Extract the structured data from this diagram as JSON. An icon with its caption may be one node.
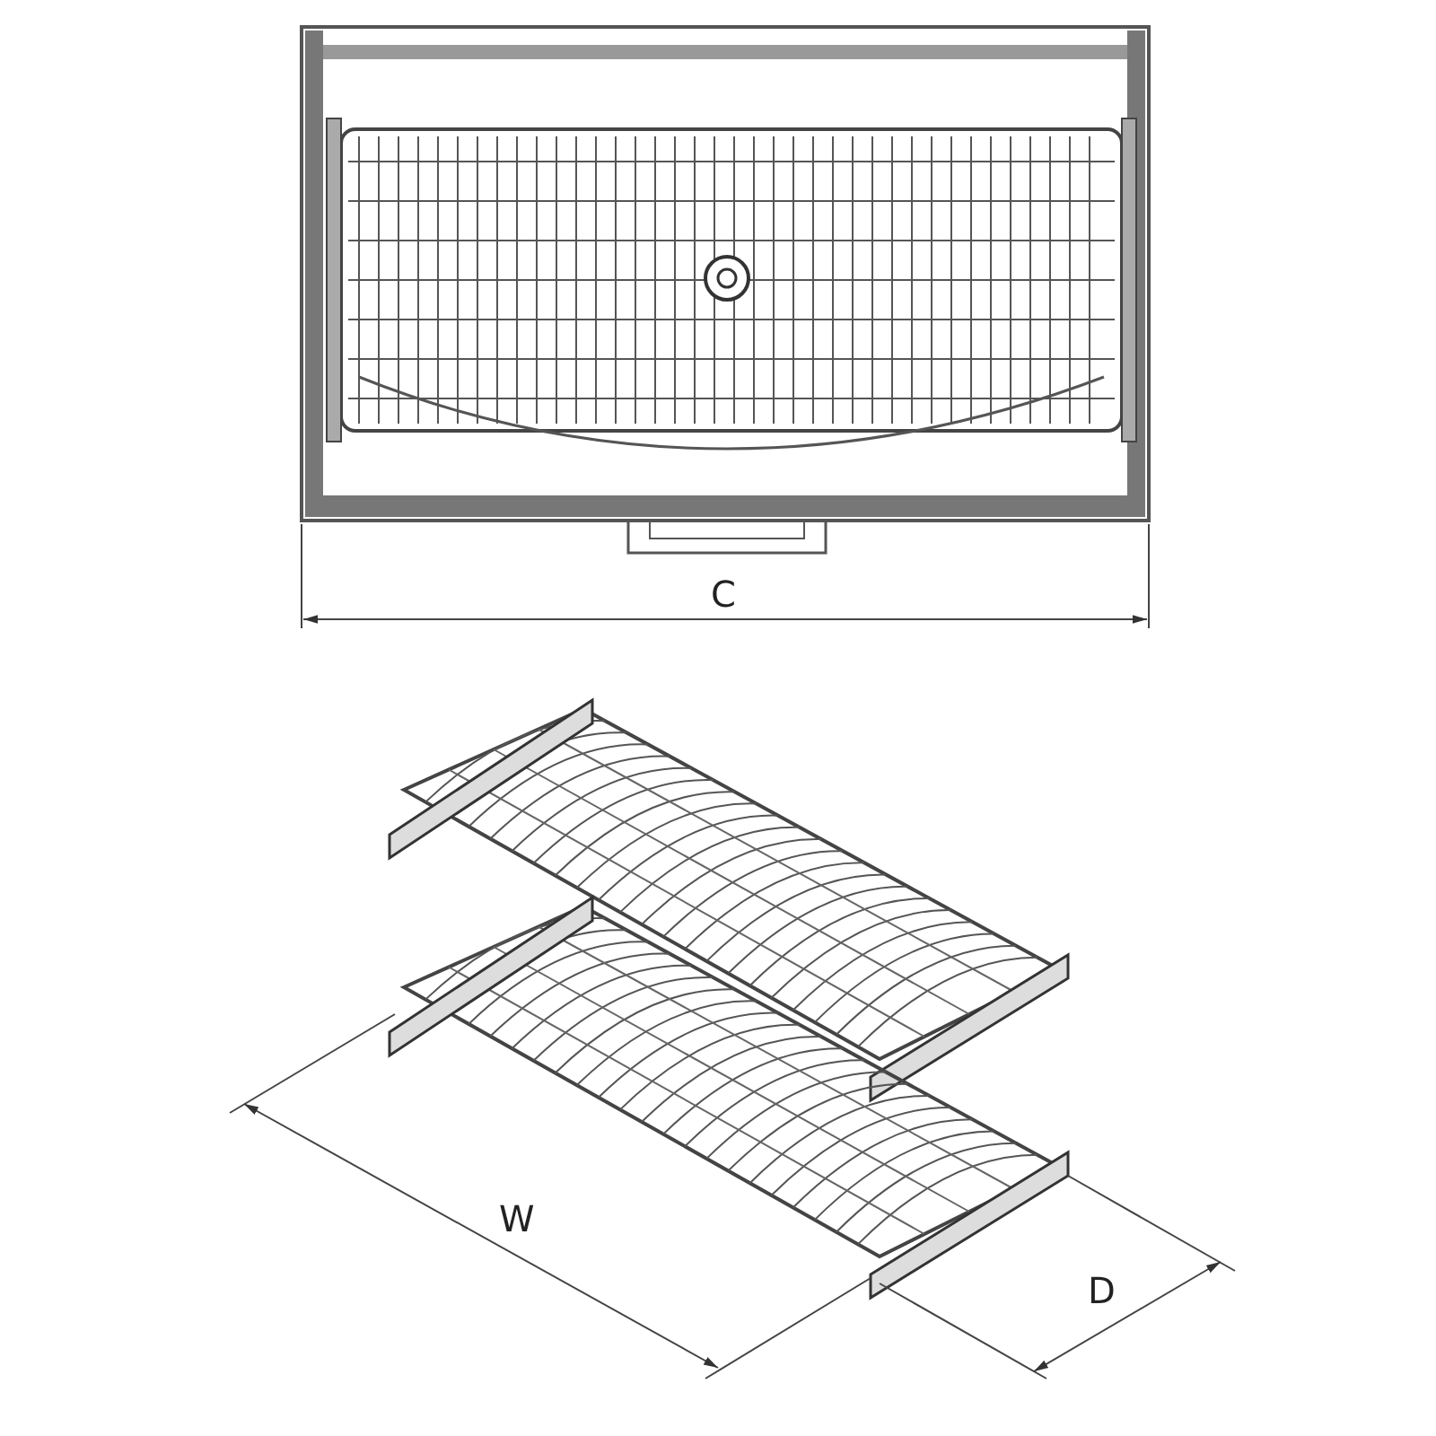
{
  "diagram": {
    "labels": [
      "C",
      "W",
      "D"
    ]
  }
}
